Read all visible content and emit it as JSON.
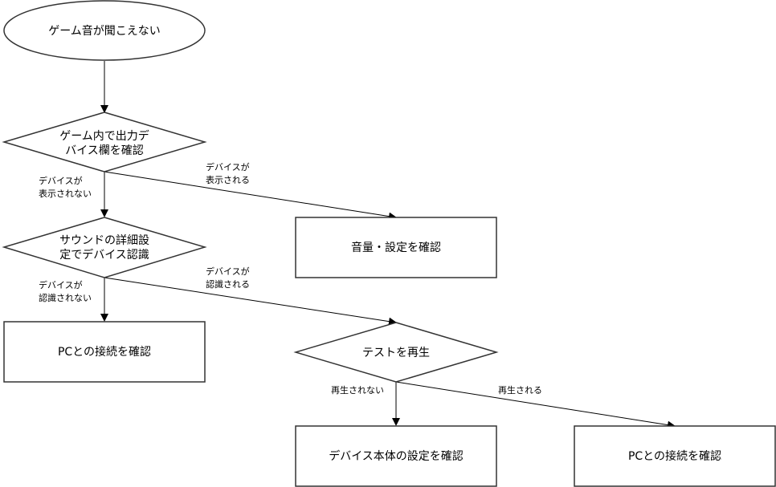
{
  "nodes": {
    "start": {
      "label": "ゲーム音が聞こえない"
    },
    "check_output": {
      "lines": [
        "ゲーム内で出力デ",
        "バイス欄を確認"
      ]
    },
    "check_volume": {
      "label": "音量・設定を確認"
    },
    "check_sound_detail": {
      "lines": [
        "サウンドの詳細設",
        "定でデバイス認識"
      ]
    },
    "check_pc_conn_1": {
      "label": "PCとの接続を確認"
    },
    "test_play": {
      "label": "テストを再生"
    },
    "check_device_settings": {
      "label": "デバイス本体の設定を確認"
    },
    "check_pc_conn_2": {
      "label": "PCとの接続を確認"
    }
  },
  "edges": {
    "not_shown": {
      "lines": [
        "デバイスが",
        "表示されない"
      ]
    },
    "shown": {
      "lines": [
        "デバイスが",
        "表示される"
      ]
    },
    "not_recognized": {
      "lines": [
        "デバイスが",
        "認識されない"
      ]
    },
    "recognized": {
      "lines": [
        "デバイスが",
        "認識される"
      ]
    },
    "not_played": {
      "label": "再生されない"
    },
    "played": {
      "label": "再生される"
    }
  }
}
